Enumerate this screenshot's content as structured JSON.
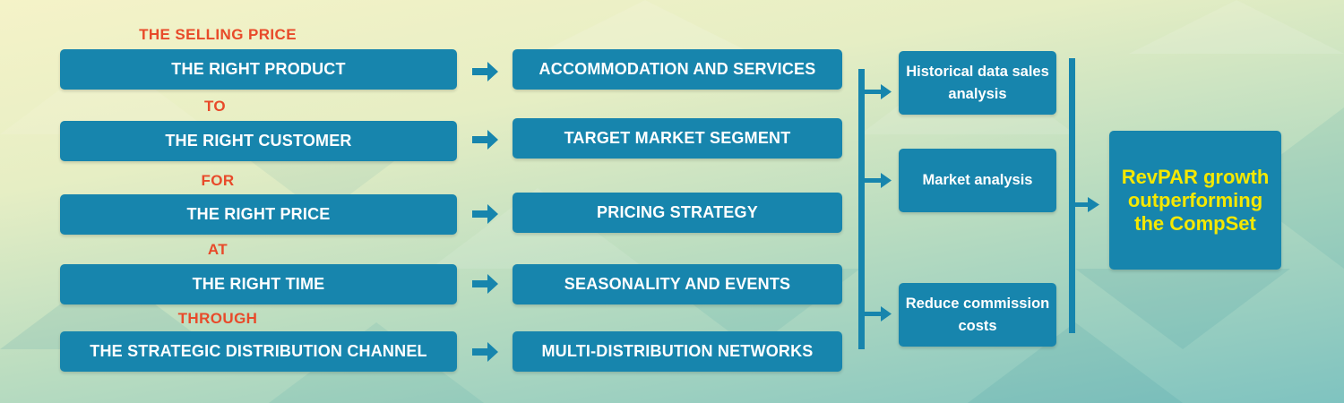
{
  "colors": {
    "box": "#1785ad",
    "box_text": "#ffffff",
    "connector_words": "#e84a2a",
    "result_text": "#f5e800"
  },
  "left_column": {
    "heading": "THE SELLING PRICE",
    "rows": [
      {
        "label": "THE RIGHT PRODUCT",
        "connector": "TO"
      },
      {
        "label": "THE RIGHT CUSTOMER",
        "connector": "FOR"
      },
      {
        "label": "THE RIGHT PRICE",
        "connector": "AT"
      },
      {
        "label": "THE RIGHT TIME",
        "connector": "THROUGH"
      },
      {
        "label": "THE STRATEGIC DISTRIBUTION CHANNEL"
      }
    ]
  },
  "middle_column": {
    "items": [
      "ACCOMMODATION AND SERVICES",
      "TARGET MARKET SEGMENT",
      "PRICING STRATEGY",
      "SEASONALITY AND EVENTS",
      "MULTI-DISTRIBUTION NETWORKS"
    ]
  },
  "right_column": {
    "items": [
      "Historical data sales analysis",
      "Market analysis",
      "Reduce commission costs"
    ]
  },
  "result": {
    "label": "RevPAR growth outperforming the CompSet"
  }
}
